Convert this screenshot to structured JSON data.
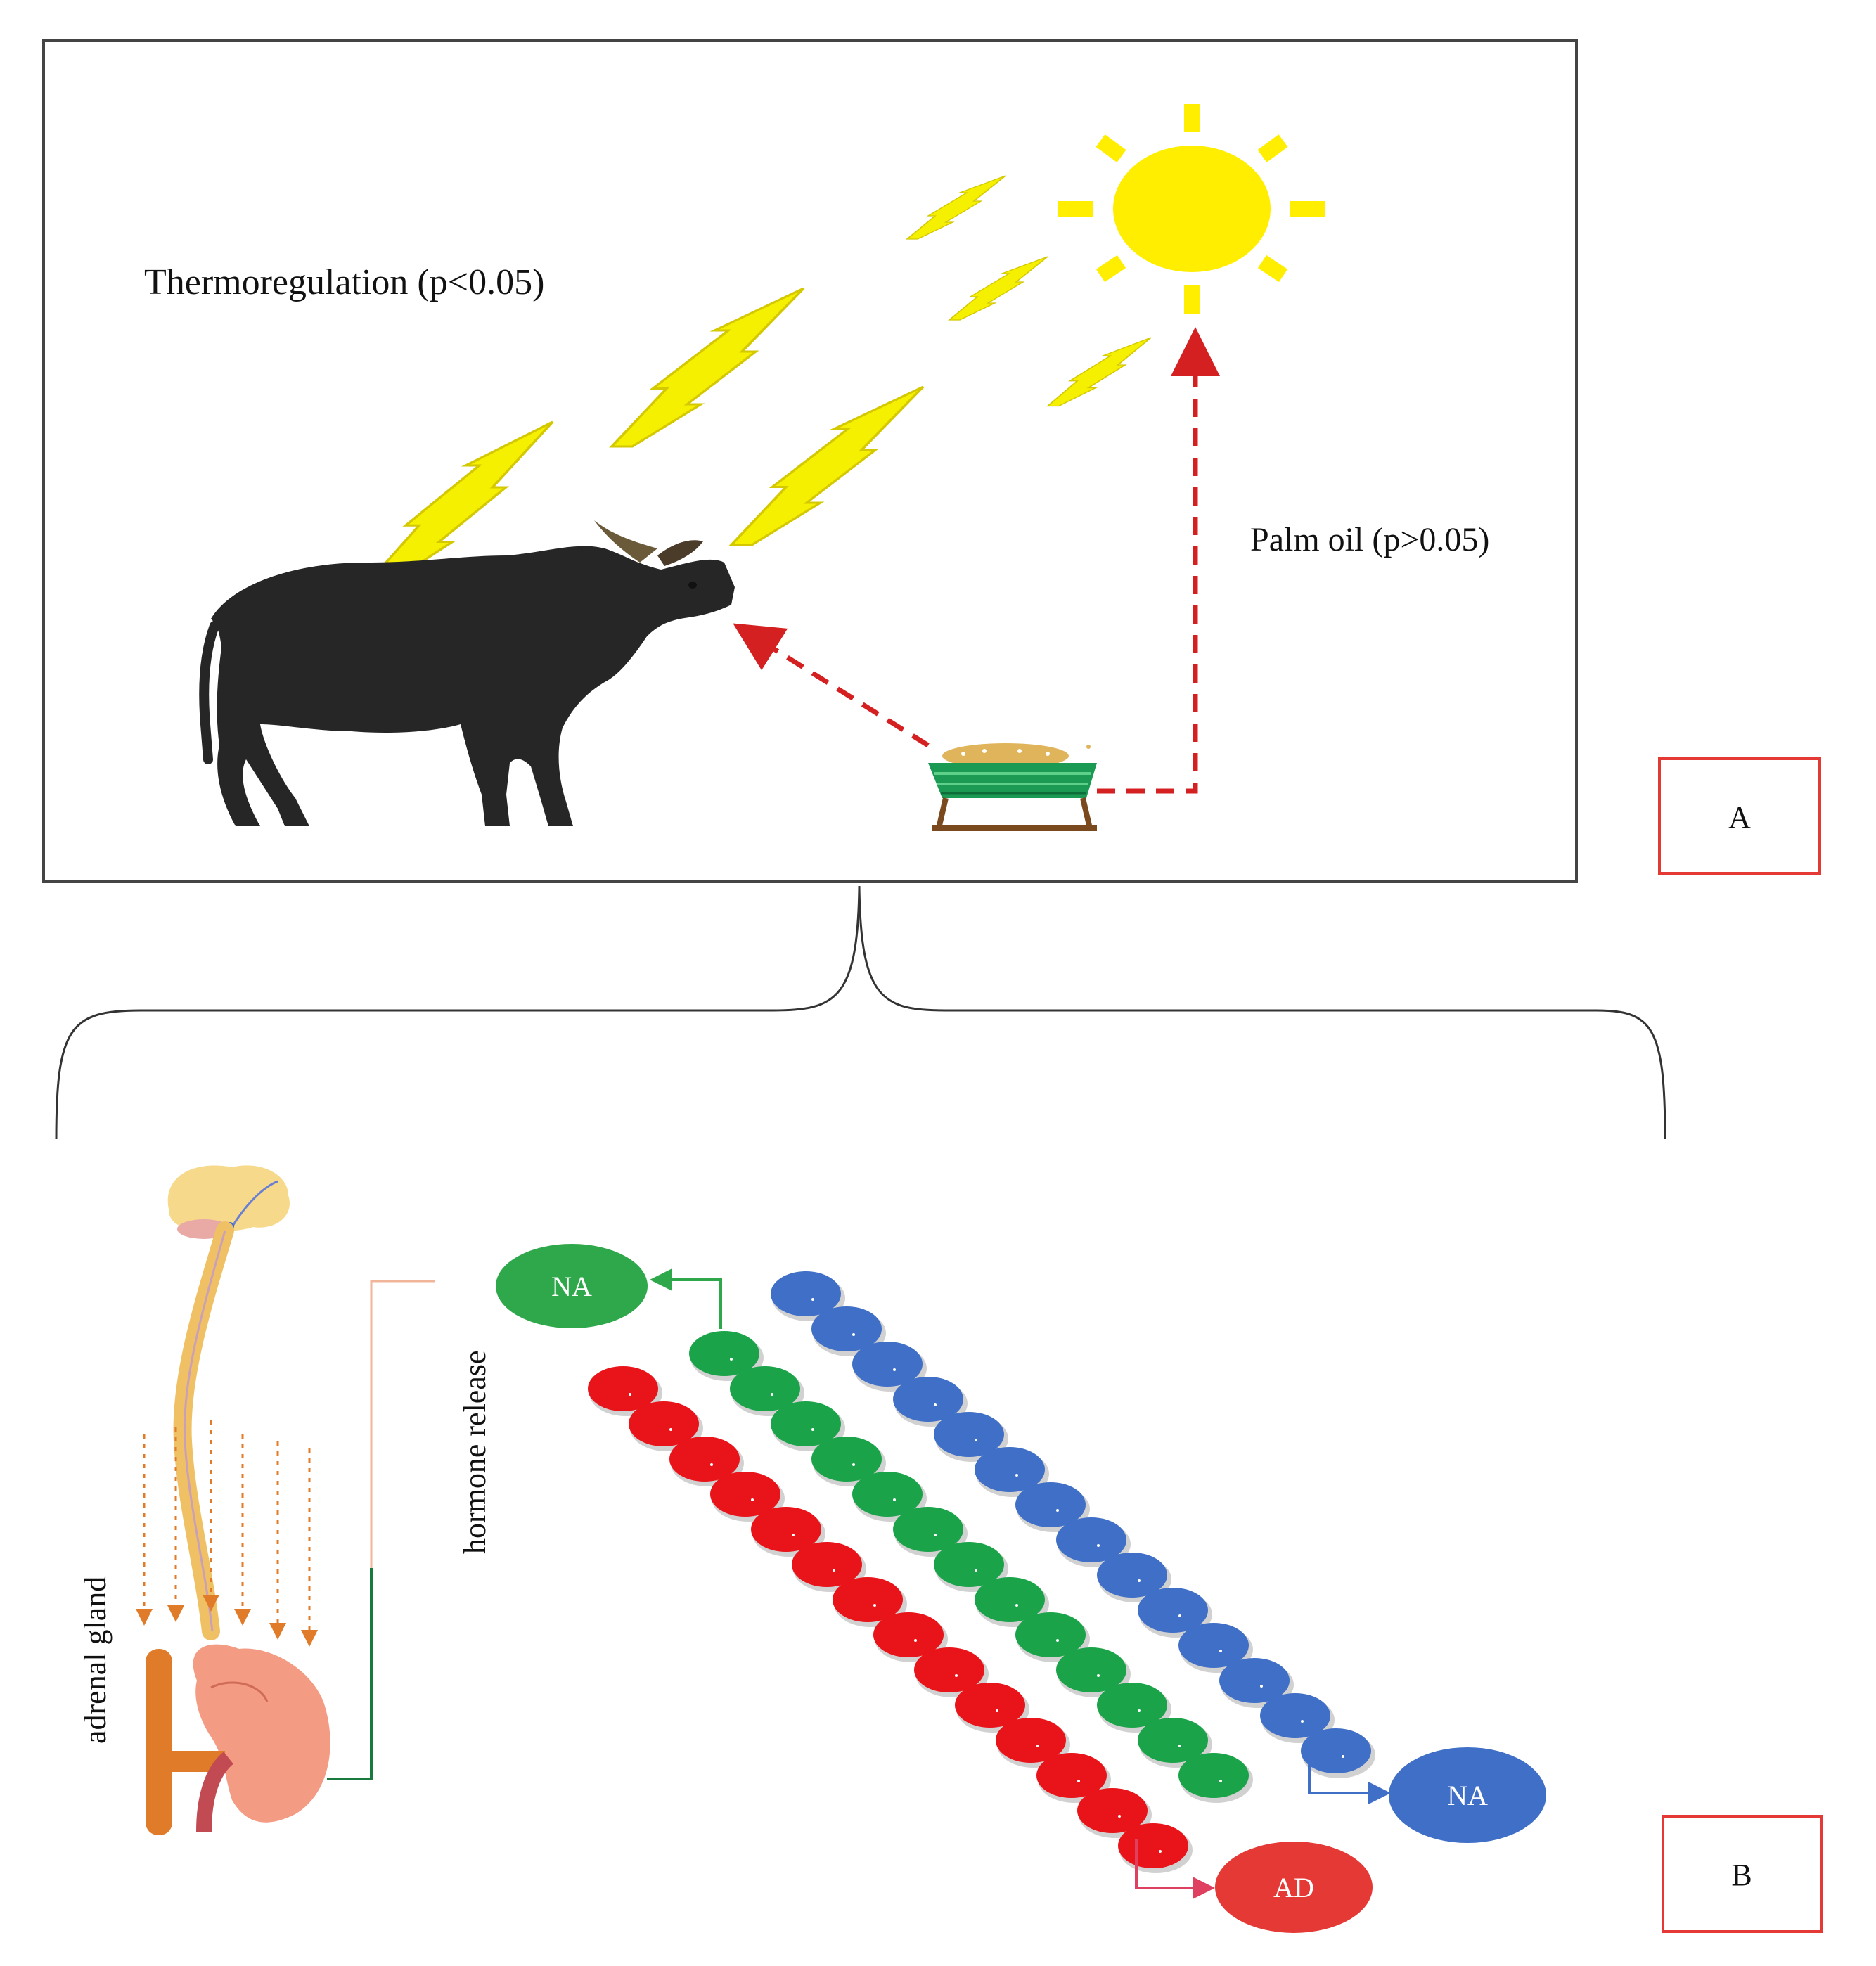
{
  "panel_a": {
    "thermo_label": "Thermoregulation (p<0.05)",
    "palm_label": "Palm oil (p>0.05)",
    "tag": "A",
    "icons": [
      "sun-icon",
      "heat-bolt-icon",
      "buffalo-icon",
      "feed-trough-icon"
    ]
  },
  "panel_b": {
    "adrenal_label": "adrenal gland",
    "hormone_label": "hormone release",
    "na_top": "NA",
    "na_bottom": "NA",
    "ad": "AD",
    "tag": "B",
    "chains": [
      {
        "name": "red-chain",
        "color": "#e8141a",
        "count": 14
      },
      {
        "name": "green-chain",
        "color": "#1ba34a",
        "count": 13
      },
      {
        "name": "blue-chain",
        "color": "#3f6fc6",
        "count": 14
      }
    ],
    "icons": [
      "brain-icon",
      "spinal-cord-icon",
      "kidney-icon"
    ]
  },
  "colors": {
    "sun": "#ffee00",
    "bolt": "#f5f000",
    "dashed_arrow": "#d42020",
    "tag_border": "#e53935",
    "na_green": "#2ea84a",
    "na_blue": "#3f6fc6",
    "ad_red": "#e53935",
    "buffalo": "#262626"
  }
}
